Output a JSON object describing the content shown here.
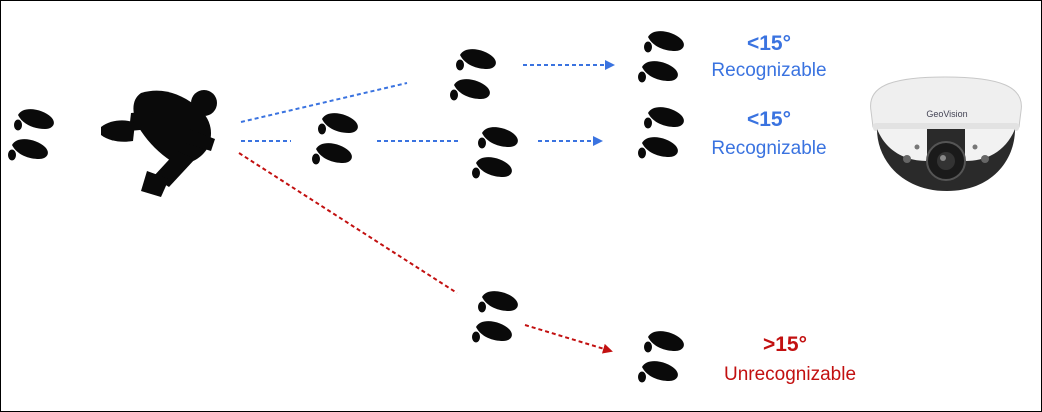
{
  "colors": {
    "recognizable": "#3a73e0",
    "unrecognizable": "#c21010",
    "footprint": "#0a0a0a"
  },
  "icons": {
    "person": "walking-person-icon",
    "footprint": "footprints-icon",
    "camera": "dome-camera-icon"
  },
  "paths": [
    {
      "angle": "<15°",
      "status": "Recognizable",
      "color": "#3a73e0"
    },
    {
      "angle": "<15°",
      "status": "Recognizable",
      "color": "#3a73e0"
    },
    {
      "angle": ">15°",
      "status": "Unrecognizable",
      "color": "#c21010"
    }
  ]
}
